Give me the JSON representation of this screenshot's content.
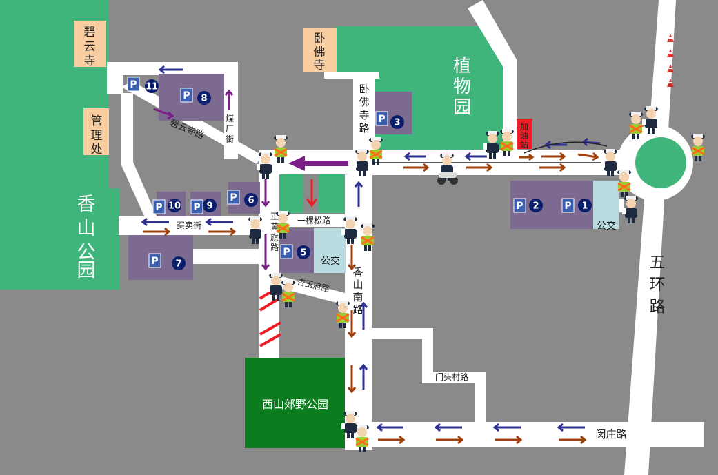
{
  "places": {
    "biyun_temple": "碧云寺",
    "admin_office": "管理处",
    "xiangshan_park": "香山公园",
    "wofo_temple": "卧佛寺",
    "botanical_garden": "植物园",
    "gas_station": "加油站",
    "xishan_park": "西山郊野公园",
    "bus_east": "公交",
    "bus_center": "公交"
  },
  "roads": {
    "biyunsi_road": "碧云寺路",
    "meichang_street": "煤厂街",
    "wofosi_road": "卧佛寺路",
    "maimai_street": "买卖街",
    "zhenghuangqi_road": "正黄旗路",
    "yikesong_road": "一棵松路",
    "xingyufu_road": "杏玉府路",
    "xiangshan_south_road": "香山南路",
    "mentoucun_road": "门头村路",
    "minzhuang_road": "闵庄路",
    "fifth_ring_road": "五环路"
  },
  "parking_letter": "P",
  "parking_lots": [
    "1",
    "2",
    "3",
    "5",
    "6",
    "7",
    "8",
    "9",
    "10",
    "11"
  ],
  "colors": {
    "background": "#8a8a8a",
    "road": "#ffffff",
    "park_green": "#3fb57c",
    "dark_green": "#0b7d1f",
    "parking_purple": "#7d6a91",
    "temple_orange": "#f8cd9f",
    "bus_cyan": "#b9dbe0",
    "gas_red": "#ee1c24",
    "arrow_blue": "#2e3192",
    "arrow_brown": "#a0410d",
    "arrow_purple": "#7b1f86",
    "traffic_cone": "#d4322c"
  },
  "icons": [
    "traffic-police-icon",
    "traffic-cone-icon",
    "motorcycle-police-icon",
    "direction-arrow-icon",
    "parking-sign-icon"
  ]
}
